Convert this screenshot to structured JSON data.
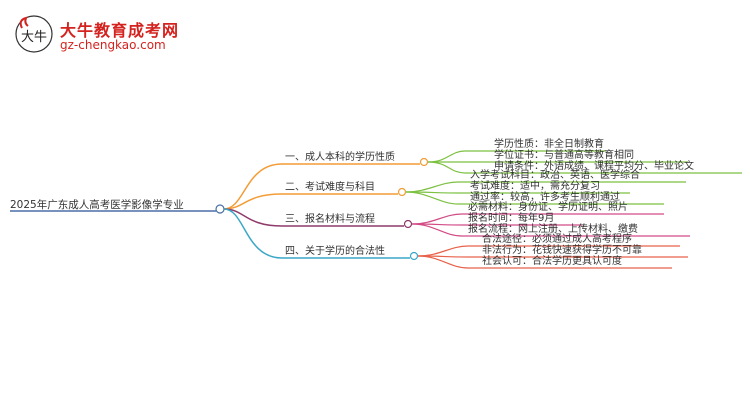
{
  "logo": {
    "glyph": "大牛",
    "name": "大牛教育成考网",
    "url": "gz-chengkao.com",
    "color": "#d4231f"
  },
  "root": "2025年广东成人高考医学影像学专业",
  "branches": [
    {
      "label": "一、成人本科的学历性质",
      "color": "#f39c36",
      "leaves": [
        "学历性质：非全日制教育",
        "学位证书：与普通高等教育相同",
        "申请条件：外语成绩、课程平均分、毕业论文"
      ],
      "leaf_color": "#7cc142"
    },
    {
      "label": "二、考试难度与科目",
      "color": "#f39c36",
      "leaves": [
        "入学考试科目：政治、英语、医学综合",
        "考试难度：适中，需充分复习",
        "通过率：较高，许多考生顺利通过"
      ],
      "leaf_color": "#7cc142"
    },
    {
      "label": "三、报名材料与流程",
      "color": "#8e3a6b",
      "leaves": [
        "必需材料：身份证、学历证明、照片",
        "报名时间：每年9月",
        "报名流程：网上注册、上传材料、缴费"
      ],
      "leaf_color": "#d24b86"
    },
    {
      "label": "四、关于学历的合法性",
      "color": "#3aa7c7",
      "leaves": [
        "合法途径：必须通过成人高考程序",
        "非法行为：花钱快速获得学历不可靠",
        "社会认可：合法学历更具认可度"
      ],
      "leaf_color": "#e8614a"
    }
  ]
}
